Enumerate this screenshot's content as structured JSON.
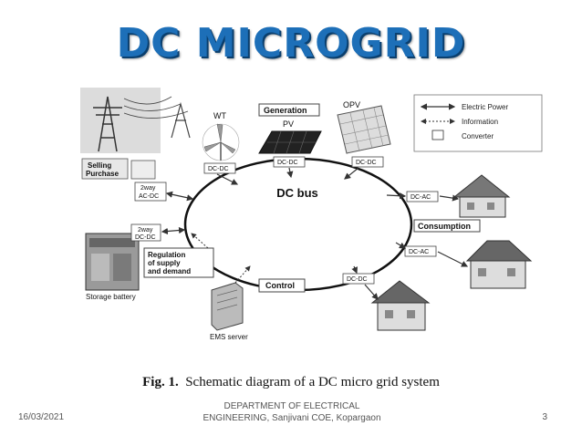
{
  "slide": {
    "title": "DC MICROGRID",
    "caption_label": "Fig. 1.",
    "caption_text": "Schematic diagram of a DC micro grid system",
    "footer_date": "16/03/2021",
    "footer_dept_line1": "DEPARTMENT OF ELECTRICAL",
    "footer_dept_line2": "ENGINEERING,  Sanjivani COE, Kopargaon",
    "page_number": "3"
  },
  "diagram": {
    "bus_label": "DC bus",
    "legend": {
      "electric_power": "Electric Power",
      "information": "Information",
      "converter": "Converter"
    },
    "sources": {
      "wt": "WT",
      "pv": "PV",
      "opv": "OPV",
      "generation": "Generation"
    },
    "converters": {
      "wt_conv": "DC-DC",
      "pv_conv": "DC-DC",
      "opv_conv": "DC-DC",
      "grid_conv_1": "2way",
      "grid_conv_2": "AC-DC",
      "batt_conv_1": "2way",
      "batt_conv_2": "DC-DC",
      "load1_conv": "DC-AC",
      "load2_conv": "DC-AC",
      "load3_conv": "DC-DC"
    },
    "labels": {
      "selling_1": "Selling",
      "selling_2": "Purchase",
      "regulation_1": "Regulation",
      "regulation_2": "of supply",
      "regulation_3": "and demand",
      "storage": "Storage battery",
      "control": "Control",
      "ems": "EMS server",
      "consumption": "Consumption"
    }
  }
}
